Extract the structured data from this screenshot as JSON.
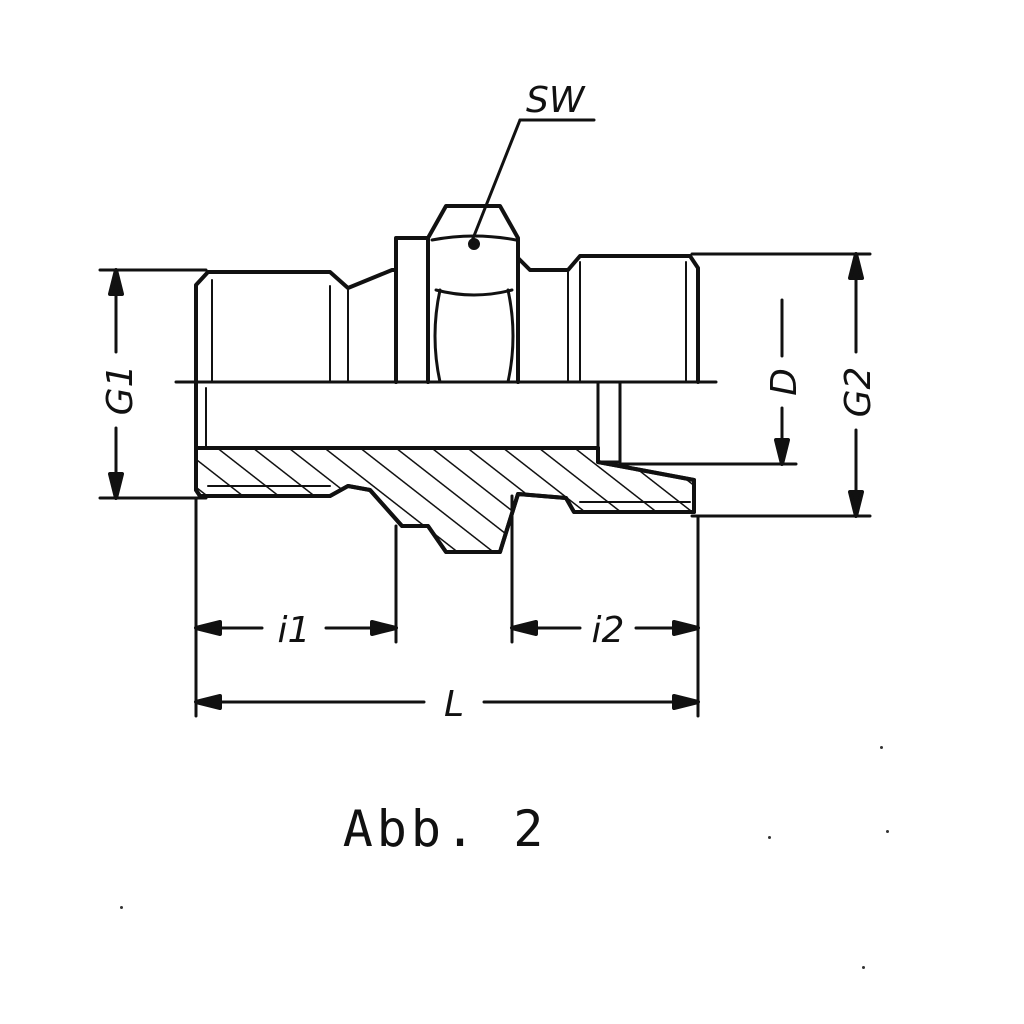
{
  "labels": {
    "sw": "SW",
    "g1": "G1",
    "g2": "G2",
    "d": "D",
    "i1": "i1",
    "i2": "i2",
    "l": "L"
  },
  "caption": "Abb. 2",
  "colors": {
    "ink": "#111111",
    "paper": "#ffffff"
  }
}
